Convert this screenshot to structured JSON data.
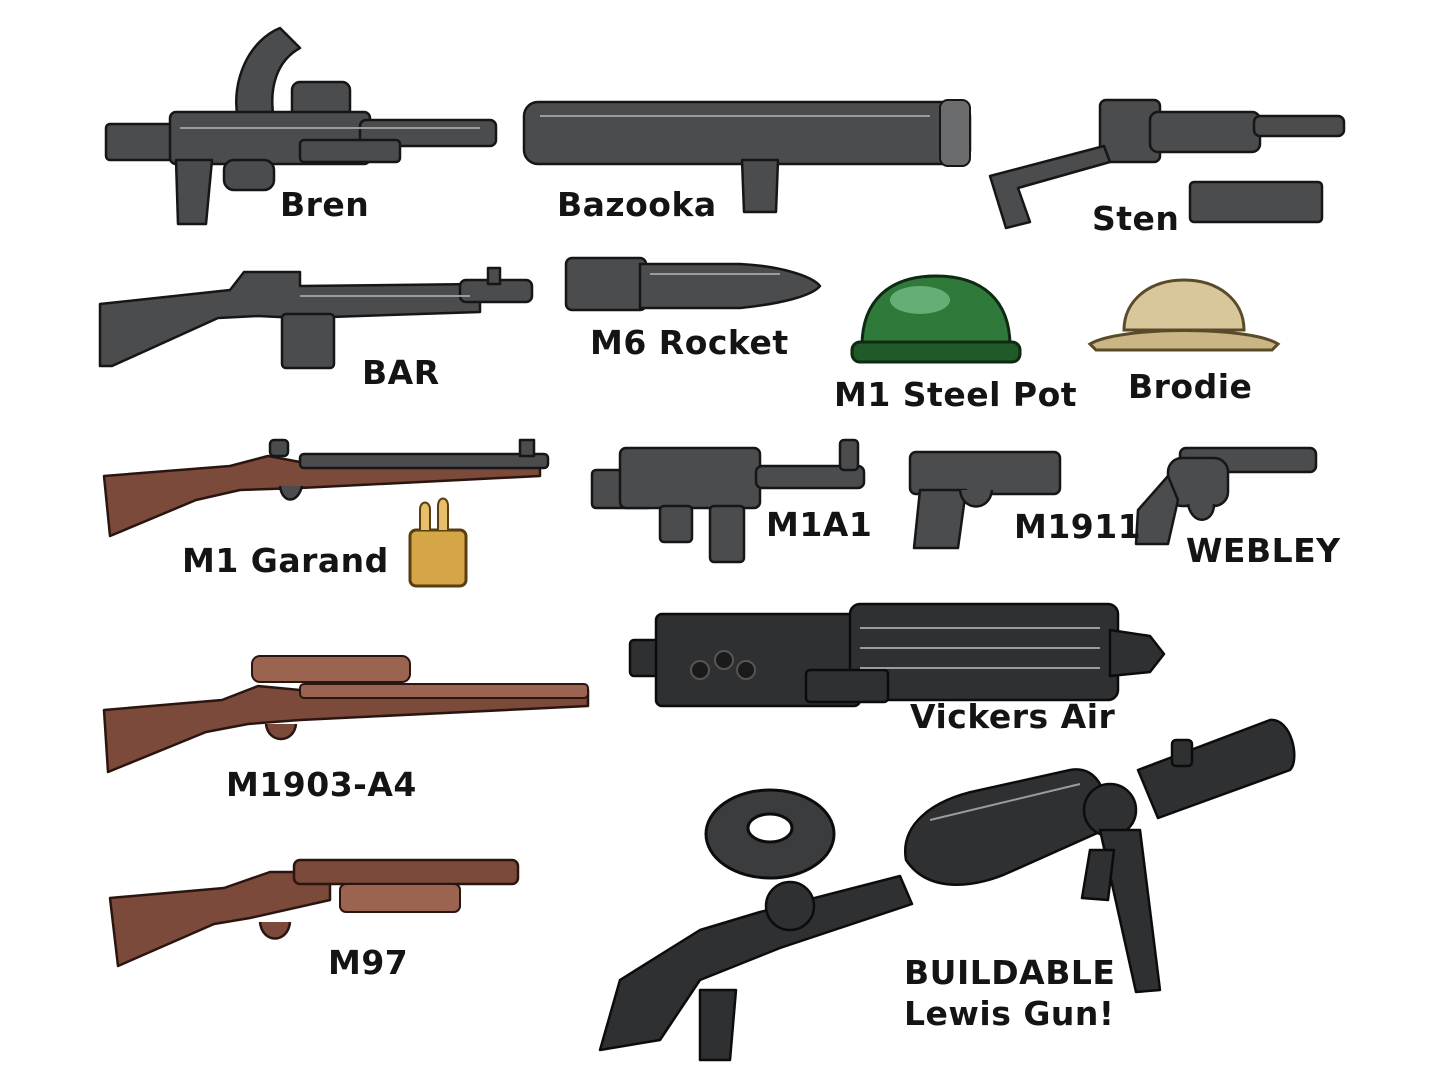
{
  "items": {
    "bren": {
      "label": "Bren"
    },
    "bazooka": {
      "label": "Bazooka"
    },
    "sten": {
      "label": "Sten"
    },
    "bar": {
      "label": "BAR"
    },
    "m6_rocket": {
      "label": "M6 Rocket"
    },
    "m1_steel_pot": {
      "label": "M1 Steel Pot"
    },
    "brodie": {
      "label": "Brodie"
    },
    "m1_garand": {
      "label": "M1 Garand"
    },
    "m1a1": {
      "label": "M1A1"
    },
    "m1911": {
      "label": "M1911"
    },
    "webley": {
      "label": "WEBLEY"
    },
    "vickers_air": {
      "label": "Vickers Air"
    },
    "m1903_a4": {
      "label": "M1903-A4"
    },
    "m97": {
      "label": "M97"
    },
    "lewis_gun": {
      "label_line1": "BUILDABLE",
      "label_line2": "Lewis Gun!"
    }
  },
  "colors": {
    "gunmetal": "#4a4c4e",
    "wood": "#7b4a3a",
    "helmet_green": "#2f7a3a",
    "helmet_tan": "#d8c79a",
    "clip_gold": "#d4a648"
  }
}
